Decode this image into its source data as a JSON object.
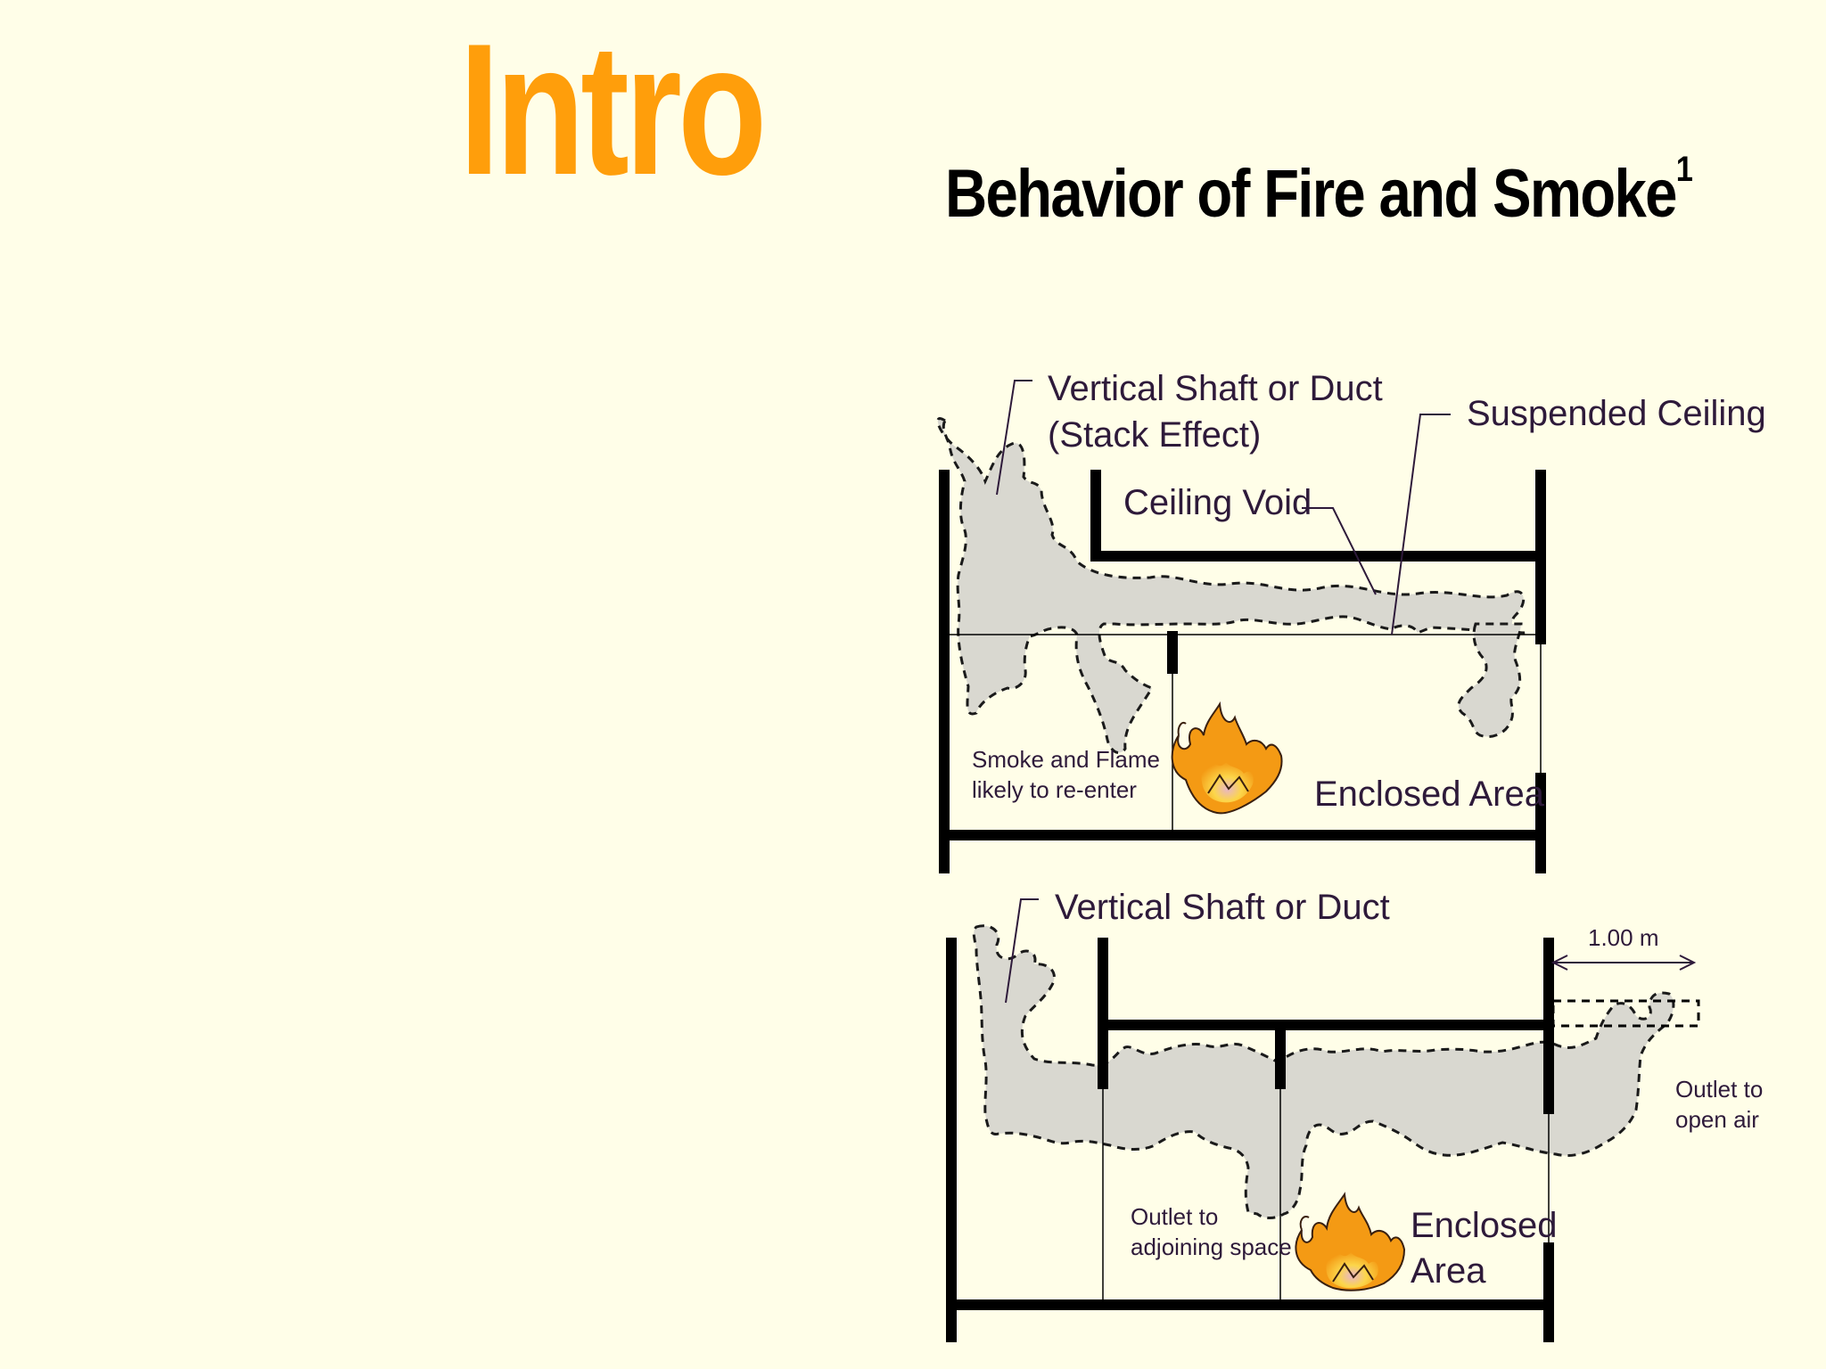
{
  "title": "Intro",
  "subtitle": "Behavior of Fire and Smoke",
  "subtitle_footnote": "1",
  "colors": {
    "background": "#FFFEE8",
    "title": "#FF9E0B",
    "subtitle": "#000000",
    "label": "#2E1A3A",
    "smoke_fill": "#D9D8D0",
    "flame_outer": "#F49A14",
    "flame_inner": "#FCD64A"
  },
  "diagram_top": {
    "labels": {
      "shaft": [
        "Vertical Shaft or Duct",
        "(Stack Effect)"
      ],
      "suspended_ceiling": "Suspended Ceiling",
      "ceiling_void": "Ceiling Void",
      "reenter": [
        "Smoke and Flame",
        "likely to re-enter"
      ],
      "enclosed_area": "Enclosed Area"
    },
    "icons": [
      "fire-icon"
    ]
  },
  "diagram_bottom": {
    "labels": {
      "shaft": "Vertical Shaft or Duct",
      "dimension": "1.00 m",
      "outlet_open_air": [
        "Outlet to",
        "open air"
      ],
      "outlet_adjoining": [
        "Outlet to",
        "adjoining space"
      ],
      "enclosed_area": [
        "Enclosed",
        "Area"
      ]
    },
    "icons": [
      "fire-icon"
    ]
  }
}
